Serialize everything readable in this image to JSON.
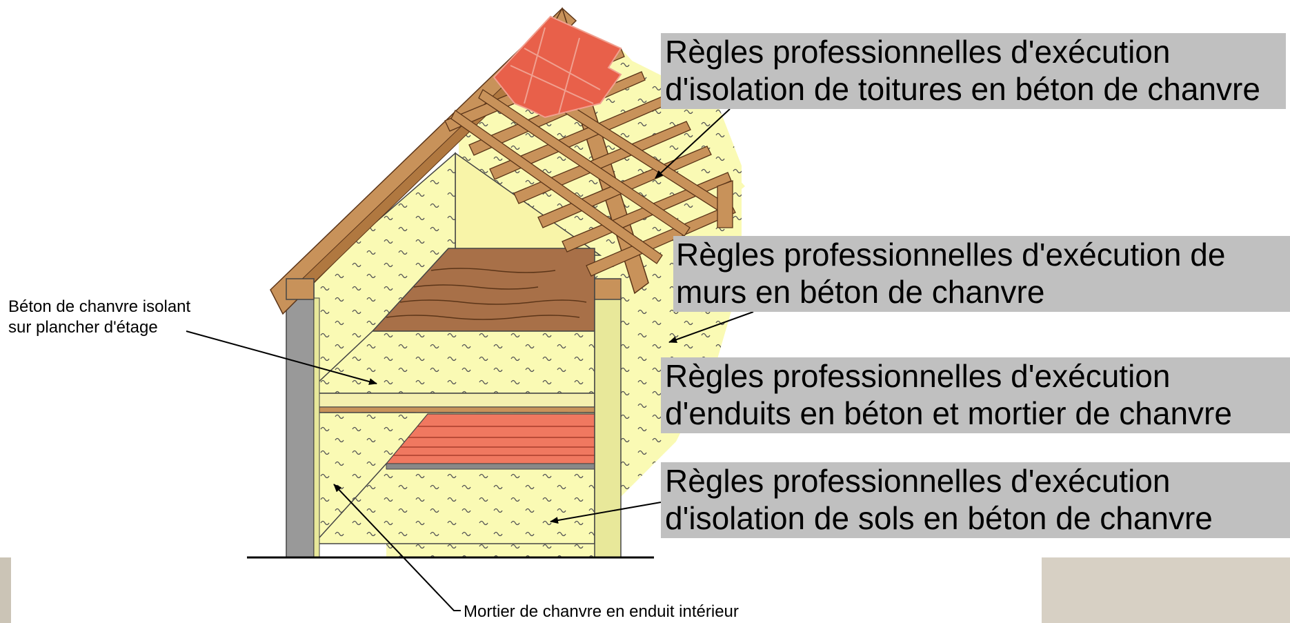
{
  "callouts": {
    "toitures": {
      "line1": "Règles professionnelles d'exécution",
      "line2": "d'isolation de toitures en béton de chanvre"
    },
    "murs": {
      "line1": "Règles professionnelles d'exécution de",
      "line2": "murs en béton de chanvre"
    },
    "enduits": {
      "line1": "Règles professionnelles d'exécution",
      "line2": "d'enduits en béton et mortier de chanvre"
    },
    "sols": {
      "line1": "Règles professionnelles d'exécution",
      "line2": "d'isolation de sols en béton de chanvre"
    }
  },
  "labels": {
    "plancher": {
      "line1": "Béton de chanvre isolant",
      "line2": "sur plancher d'étage"
    },
    "mortier": "Mortier de chanvre en enduit intérieur"
  },
  "colors": {
    "hemp": "#fafab4",
    "hemp_dark": "#e8e89a",
    "timber": "#c8925a",
    "tile": "#e8604a",
    "floor_tile": "#f07860",
    "wall_grey": "#999999",
    "callout_bg": "#c0c0c0"
  }
}
